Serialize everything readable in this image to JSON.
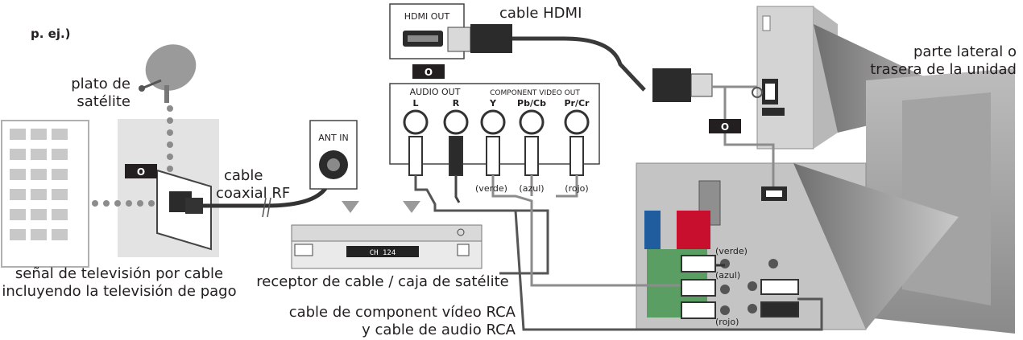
{
  "labels": {
    "example": "p. ej.)",
    "satellite_dish": [
      "plato de",
      "satélite"
    ],
    "cable_tv_signal": [
      "señal de televisión por cable",
      "incluyendo la televisión de pago"
    ],
    "rf_cable": [
      "cable",
      "coaxial RF"
    ],
    "receiver": "receptor de cable / caja de satélite",
    "hdmi_out": "HDMI OUT",
    "hdmi_cable": "cable HDMI",
    "ant_in": "ANT IN",
    "audio_out": "AUDIO OUT",
    "audio_l": "L",
    "audio_r": "R",
    "component_out": "COMPONENT VIDEO OUT",
    "comp_y": "Y",
    "comp_pb": "Pb/Cb",
    "comp_pr": "Pr/Cr",
    "green_top": "(verde)",
    "blue_top": "(azul)",
    "red_top": "(rojo)",
    "green_side": "(verde)",
    "blue_side": "(azul)",
    "red_side": "(rojo)",
    "unit_side": [
      "parte lateral o",
      "trasera de la unidad"
    ],
    "rca_cable": [
      "cable de component vídeo RCA",
      "y cable de audio RCA"
    ],
    "or_badge": "O",
    "receiver_display": "CH 124"
  },
  "colors": {
    "cable": "#3a3a3a",
    "cable_gray": "#8c8c8c",
    "panel": "#c8c8c8",
    "panel_dark": "#9a9a9a",
    "light_bg": "#e3e3e3",
    "badge": "#231f20"
  }
}
